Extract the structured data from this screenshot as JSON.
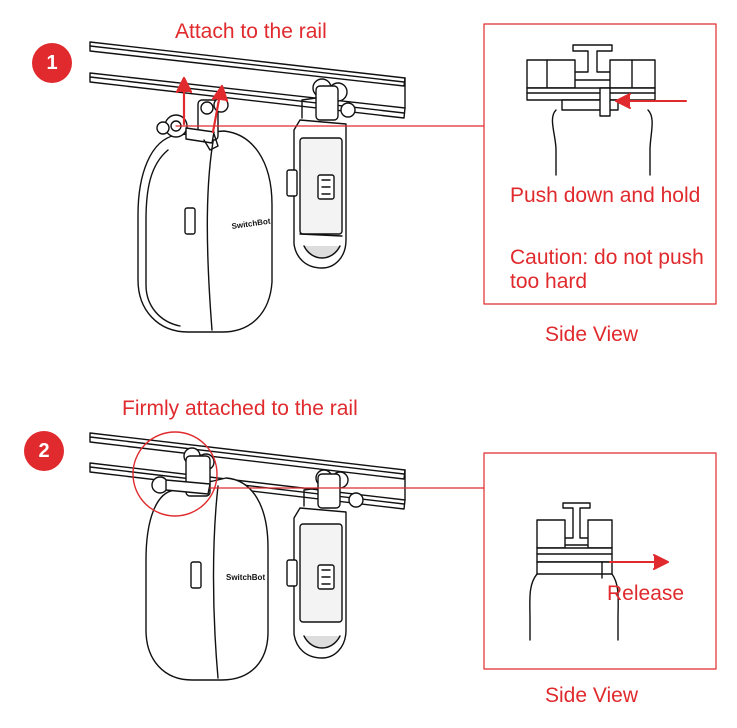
{
  "step1": {
    "badge": "1",
    "title": "Attach to the rail",
    "push_text": "Push down and hold",
    "caution_text": "Caution: do not push too hard",
    "side_view_label": "Side View",
    "brand_label": "SwitchBot"
  },
  "step2": {
    "badge": "2",
    "title": "Firmly attached to the rail",
    "release_text": "Release",
    "side_view_label": "Side View",
    "brand_label": "SwitchBot"
  },
  "colors": {
    "accent": "#e02a2d",
    "line": "#111111"
  }
}
